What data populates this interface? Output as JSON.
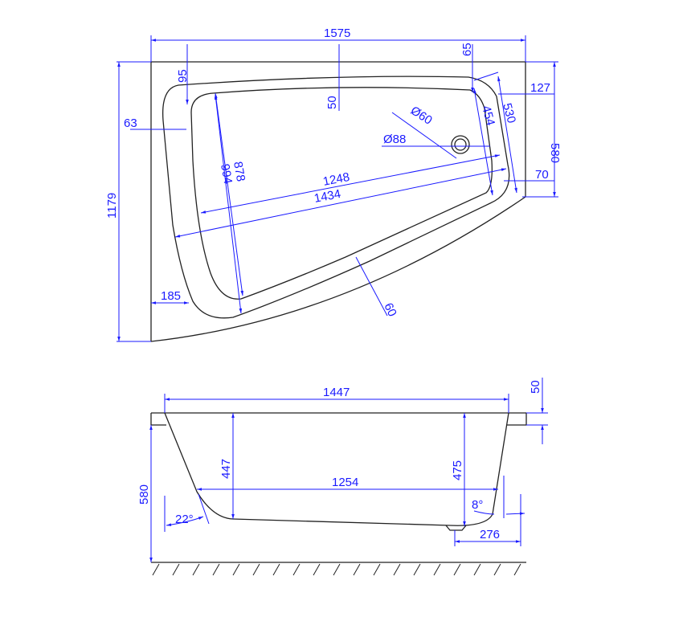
{
  "top_view": {
    "overall_width": "1575",
    "overall_depth": "1179",
    "rim_top_left": "95",
    "rim_top_mid": "50",
    "rim_top_right": "65",
    "rim_left": "63",
    "rim_right_offset": "127",
    "right_side_depth": "580",
    "right_side_length": "530",
    "inner_right_length": "454",
    "right_bottom_offset": "70",
    "drain_inner": "Ø60",
    "drain_outer": "Ø88",
    "inner_length": "1248",
    "outer_length": "1434",
    "inner_width": "878",
    "outer_width": "994",
    "bottom_left_offset": "185",
    "front_rim": "60"
  },
  "side_view": {
    "top_length": "1447",
    "rim_height": "50",
    "total_height": "580",
    "left_depth": "447",
    "bottom_length": "1254",
    "right_depth": "475",
    "left_angle": "22°",
    "right_angle": "8°",
    "drain_offset": "276"
  }
}
